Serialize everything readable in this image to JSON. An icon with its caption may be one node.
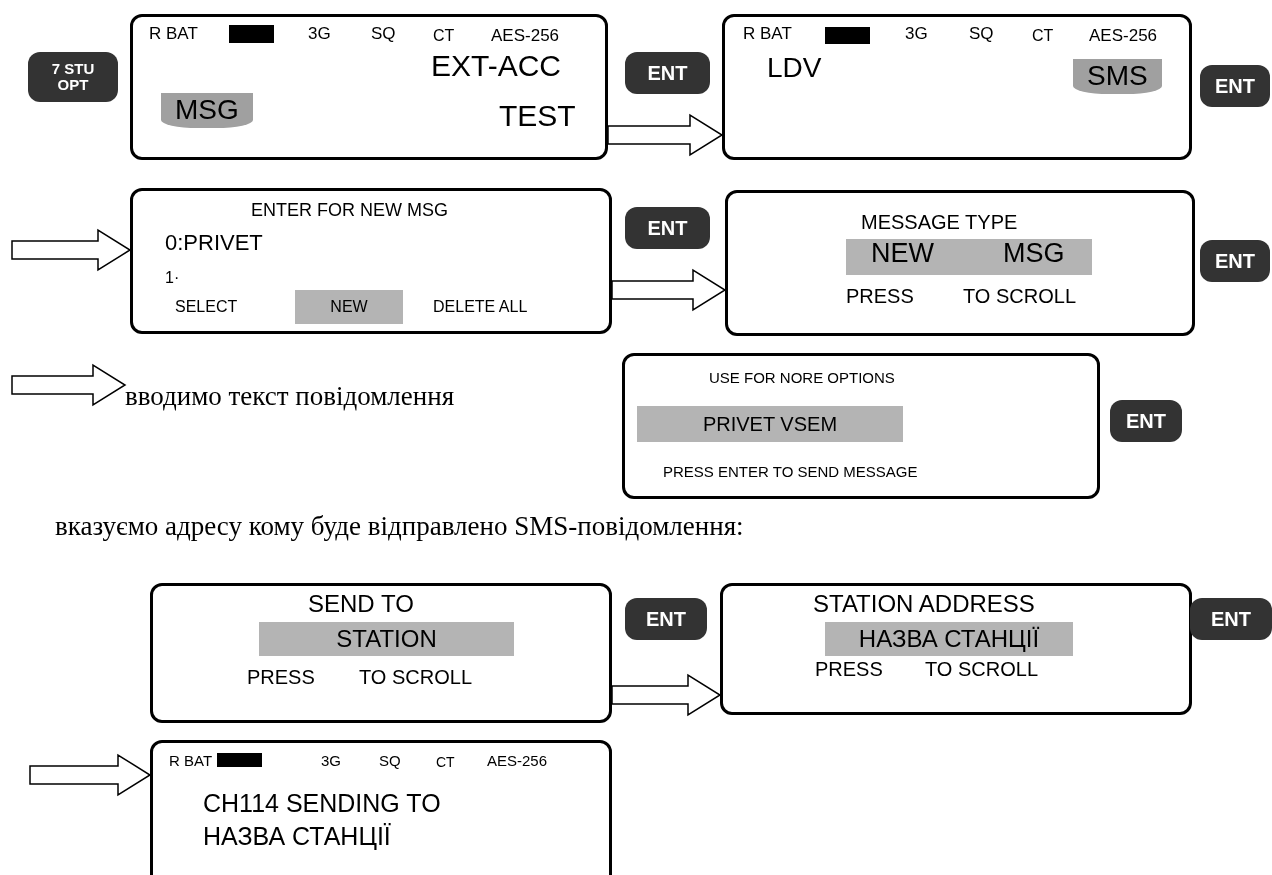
{
  "diagram": {
    "nodes": [
      {
        "text": [
          "7 STU OPT"
        ]
      },
      {
        "text": [
          "R BAT",
          "3G",
          "SQ",
          "CT",
          "AES-256",
          "EXT-ACC",
          "MSG",
          "TEST"
        ]
      },
      {
        "text": [
          "ENT"
        ]
      },
      {
        "text": [
          "R BAT",
          "3G",
          "SQ",
          "CT",
          "AES-256",
          "LDV",
          "SMS"
        ]
      },
      {
        "text": [
          "ENT"
        ]
      },
      {
        "text": [
          "ENTER FOR NEW MSG",
          "0:PRIVET",
          "1·",
          "SELECT",
          "NEW",
          "DELETE ALL"
        ]
      },
      {
        "text": [
          "ENT"
        ]
      },
      {
        "text": [
          "MESSAGE TYPE",
          "NEW",
          "MSG",
          "PRESS",
          "TO SCROLL"
        ]
      },
      {
        "text": [
          "ENT"
        ]
      },
      {
        "text": [
          "вводимо текст повідомлення"
        ]
      },
      {
        "text": [
          "USE FOR NORE OPTIONS",
          "PRIVET  VSEM",
          "PRESS  ENTER  TO SEND MESSAGE"
        ]
      },
      {
        "text": [
          "ENT"
        ]
      },
      {
        "text": [
          "SEND TO",
          "STATION",
          "PRESS",
          "TO SCROLL"
        ]
      },
      {
        "text": [
          "ENT"
        ]
      },
      {
        "text": [
          "STATION ADDRESS",
          "НАЗВА СТАНЦІЇ",
          "PRESS",
          "TO SCROLL"
        ]
      },
      {
        "text": [
          "ENT"
        ]
      },
      {
        "text": [
          "R BAT",
          "3G",
          "SQ",
          "CT",
          "AES-256",
          "CH114 SENDING TO НАЗВА СТАНЦІЇ"
        ]
      }
    ],
    "edges": [
      {
        "from": 1,
        "to": 3,
        "arrow": "to"
      },
      {
        "from": null,
        "to": 5,
        "arrow": "to"
      },
      {
        "from": 5,
        "to": 7,
        "arrow": "to"
      },
      {
        "from": null,
        "to": 9,
        "arrow": "to"
      },
      {
        "from": 12,
        "to": 14,
        "arrow": "to"
      },
      {
        "from": null,
        "to": 16,
        "arrow": "to"
      }
    ],
    "labels": [
      "вказуємо адресу кому буде відправлено SMS-повідомлення:"
    ]
  }
}
